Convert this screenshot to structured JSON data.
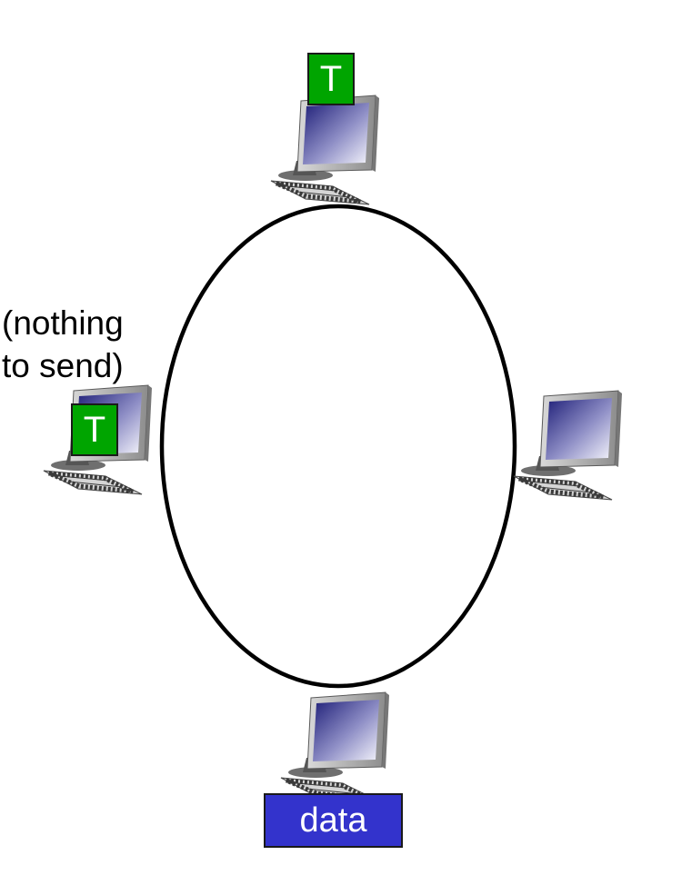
{
  "note": {
    "line1": "(nothing",
    "line2": "to send)"
  },
  "token_top": {
    "label": "T"
  },
  "token_left": {
    "label": "T"
  },
  "data_box": {
    "label": "data"
  },
  "colors": {
    "token": "#00a500",
    "data": "#3333cc",
    "ring": "#000000"
  },
  "icons": {
    "host": "desktop-computer-icon"
  }
}
